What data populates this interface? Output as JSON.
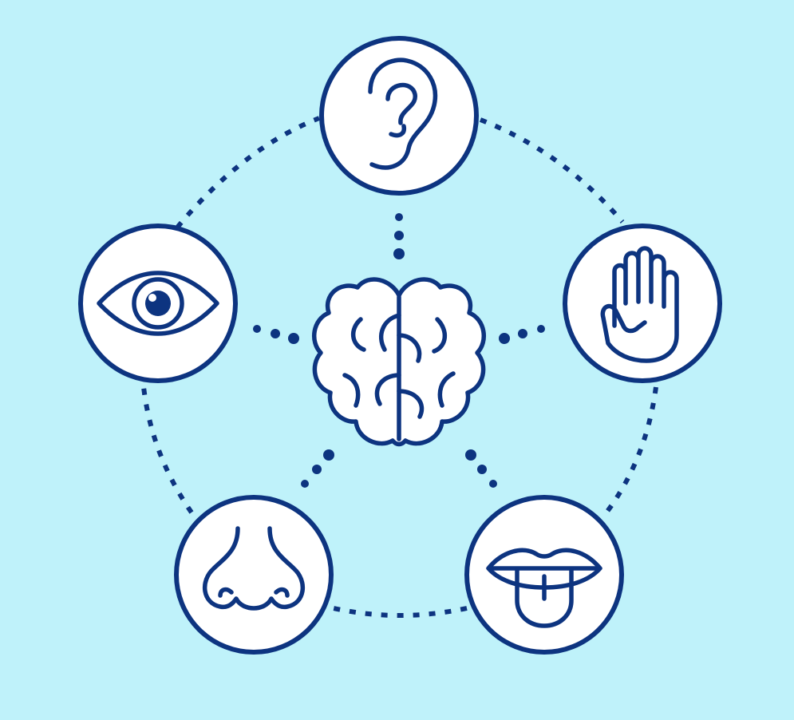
{
  "colors": {
    "background": "#bff2fa",
    "stroke": "#0d3480",
    "node_fill": "#ffffff"
  },
  "diagram": {
    "center": {
      "name": "brain",
      "icon": "brain-icon"
    },
    "nodes": [
      {
        "name": "hearing",
        "icon": "ear-icon"
      },
      {
        "name": "touch",
        "icon": "hand-icon"
      },
      {
        "name": "taste",
        "icon": "tongue-icon"
      },
      {
        "name": "smell",
        "icon": "nose-icon"
      },
      {
        "name": "sight",
        "icon": "eye-icon"
      }
    ]
  }
}
